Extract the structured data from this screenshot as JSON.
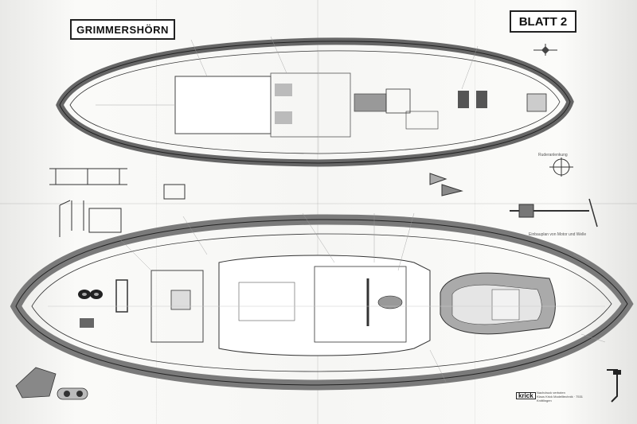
{
  "document": {
    "title": "GRIMMERSHÖRN",
    "sheet": "BLATT 2"
  },
  "annotations": {
    "propeller_view": "Ruderanlenkung",
    "shaft_assembly": "Einbauplan von Motor und Welle"
  },
  "publisher": {
    "brand": "krick",
    "line1": "Nachdruck verboten",
    "line2": "Klaus Krick Modelltechnik · 7531 Knittlingen"
  },
  "colors": {
    "hull_band": "#8c8c8c",
    "line": "#333333",
    "paper": "#f6f6f4"
  },
  "icons": {
    "compass": "compass-rose-icon",
    "rudder": "rudder-fitting-icon"
  }
}
